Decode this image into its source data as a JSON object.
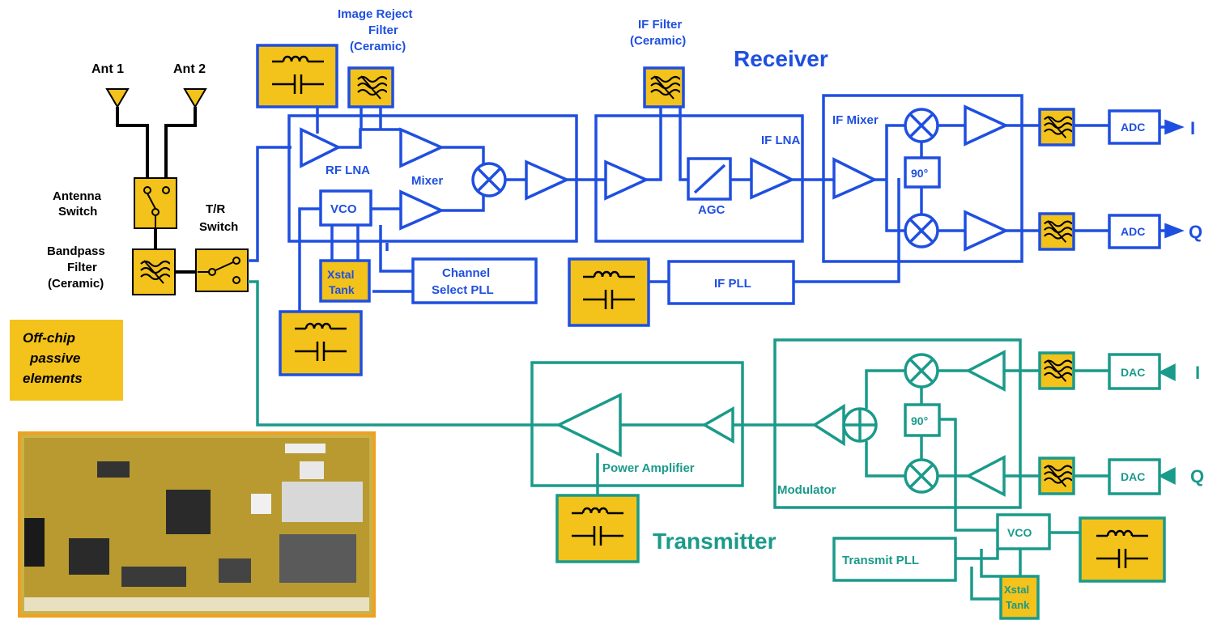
{
  "colors": {
    "receiver": "#1f4fe0",
    "transmitter": "#1a9a8a",
    "passive_fill": "#f3c21b",
    "passive_border": "#1f4fe0",
    "passive_border_tx": "#1a9a8a",
    "black": "#000000"
  },
  "icons": {
    "antenna": "antenna-icon",
    "switch": "switch-icon",
    "filter": "filter-wave-icon",
    "lc_tank": "inductor-capacitor-icon",
    "amplifier": "triangle-amplifier-icon",
    "mixer": "cross-circle-icon",
    "summer": "plus-circle-icon"
  },
  "labels": {
    "ant1": "Ant 1",
    "ant2": "Ant 2",
    "antenna_switch": [
      "Antenna",
      "Switch"
    ],
    "tr_switch": [
      "T/R",
      "Switch"
    ],
    "bandpass": [
      "Bandpass",
      "Filter",
      "(Ceramic)"
    ],
    "off_chip": [
      "Off-chip",
      "passive",
      "elements"
    ],
    "image_reject": [
      "Image Reject",
      "Filter",
      "(Ceramic)"
    ],
    "if_filter": [
      "IF Filter",
      "(Ceramic)"
    ],
    "receiver": "Receiver",
    "transmitter": "Transmitter",
    "rf_lna": "RF LNA",
    "mixer": "Mixer",
    "vco_rx": "VCO",
    "xstal_rx": [
      "Xstal",
      "Tank"
    ],
    "channel_pll": [
      "Channel",
      "Select PLL"
    ],
    "if_lna": "IF LNA",
    "agc": "AGC",
    "if_mixer": "IF Mixer",
    "deg90_rx": "90°",
    "if_pll": "IF PLL",
    "adc_i": "ADC",
    "adc_q": "ADC",
    "out_i": "I",
    "out_q": "Q",
    "dac_i": "DAC",
    "dac_q": "DAC",
    "in_i": "I",
    "in_q": "Q",
    "deg90_tx": "90°",
    "power_amplifier": "Power Amplifier",
    "modulator": "Modulator",
    "vco_tx": "VCO",
    "transmit_pll": "Transmit PLL",
    "xstal_tx": [
      "Xstal",
      "Tank"
    ]
  }
}
